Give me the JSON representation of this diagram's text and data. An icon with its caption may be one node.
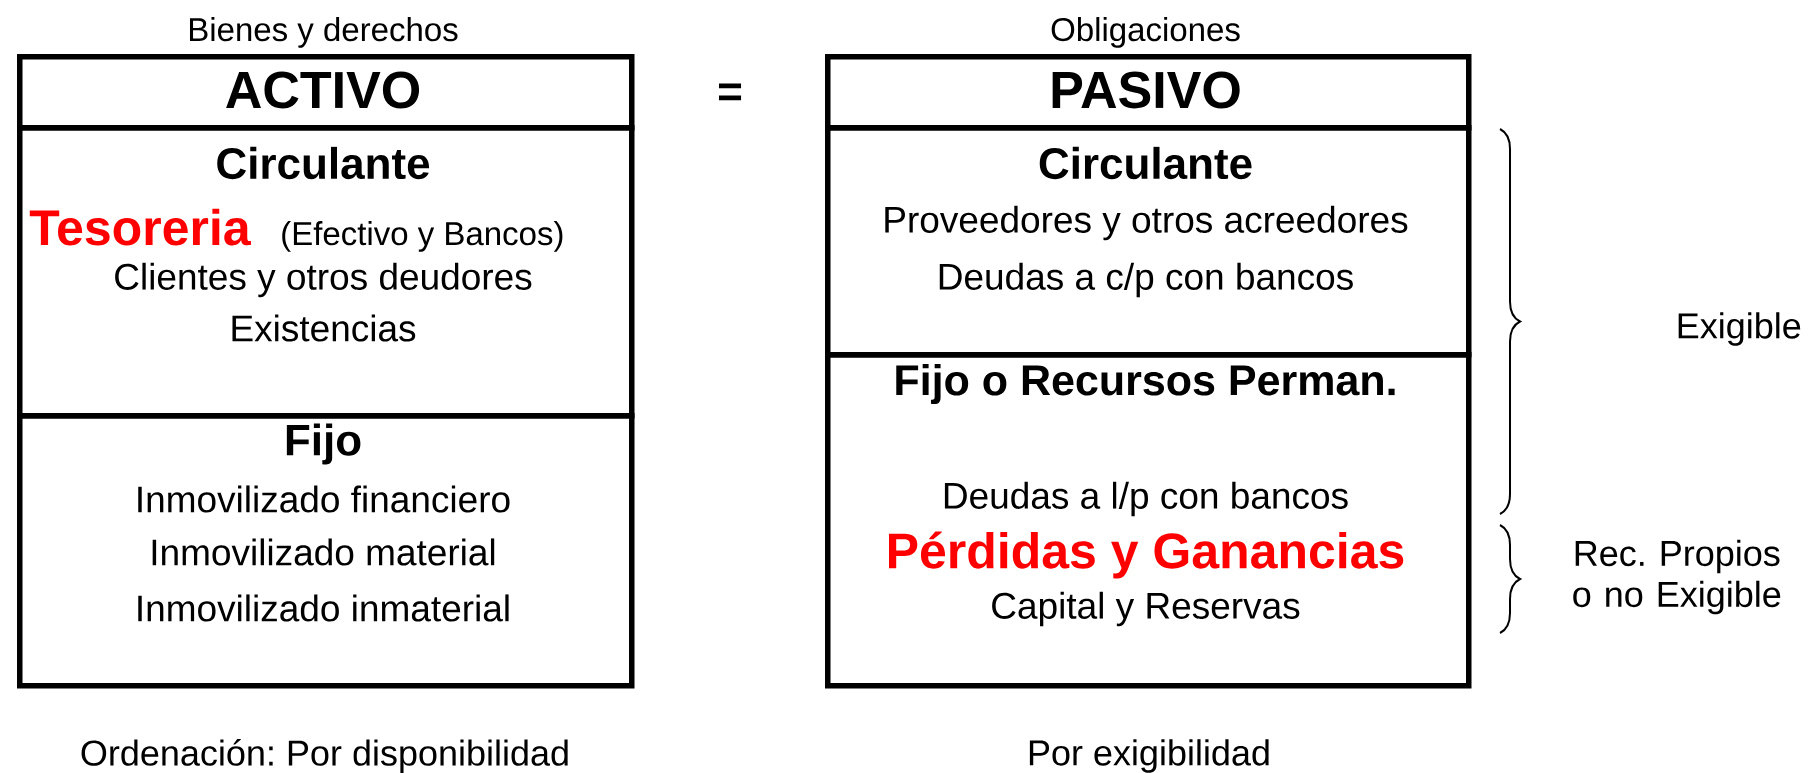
{
  "diagram": {
    "nodes": [
      {
        "text": [
          "ACTIVO"
        ],
        "beside": [
          "Bienes y derechos"
        ]
      },
      {
        "text": [
          "Circulante",
          "Tesoreria",
          "(Efectivo y Bancos)",
          "Clientes y otros deudores",
          "Existencias"
        ]
      },
      {
        "text": [
          "Fijo",
          "Inmovilizado financiero",
          "Inmovilizado material",
          "Inmovilizado inmaterial"
        ]
      },
      {
        "text": [
          "PASIVO"
        ],
        "beside": [
          "Obligaciones"
        ]
      },
      {
        "text": [
          "Circulante",
          "Proveedores y otros acreedores",
          "Deudas a c/p con bancos"
        ]
      },
      {
        "text": [
          "Fijo o Recursos Perman.",
          "Deudas a l/p con bancos",
          "Pérdidas y Ganancias",
          "Capital y Reservas"
        ]
      }
    ],
    "labels": [
      "=",
      "Exigible",
      "Rec. Propios o no Exigible",
      "Ordenación: Por disponibilidad",
      "Por exigibilidad"
    ]
  }
}
